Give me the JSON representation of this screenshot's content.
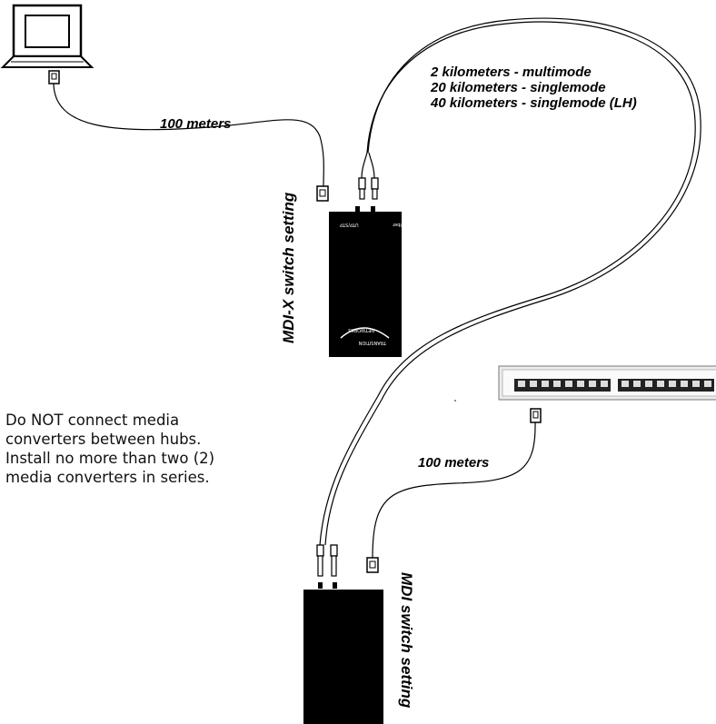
{
  "labels": {
    "distances_top": [
      "2 kilometers - multimode",
      "20 kilometers - singlemode",
      "40 kilometers - singlemode (LH)"
    ],
    "copper_top": "100 meters",
    "copper_bottom": "100 meters",
    "switch_top": "MDI-X switch setting",
    "switch_bottom": "MDI switch setting"
  },
  "note": {
    "lines": [
      "Do NOT connect media",
      "converters between hubs.",
      "Install no more than two (2)",
      "media converters in series."
    ]
  },
  "converter_text": {
    "port_utp": "UTP/STP",
    "port_fiber": "Fiber",
    "brand": "TRANSITION",
    "brand_sub": "NETWORKS"
  },
  "colors": {
    "line": "#000000",
    "device": "#000000",
    "hub_body": "#ececec"
  },
  "icons": [
    "computer-icon",
    "rj45-connector-icon",
    "fiber-connector-icon",
    "media-converter-icon",
    "hub-icon"
  ]
}
